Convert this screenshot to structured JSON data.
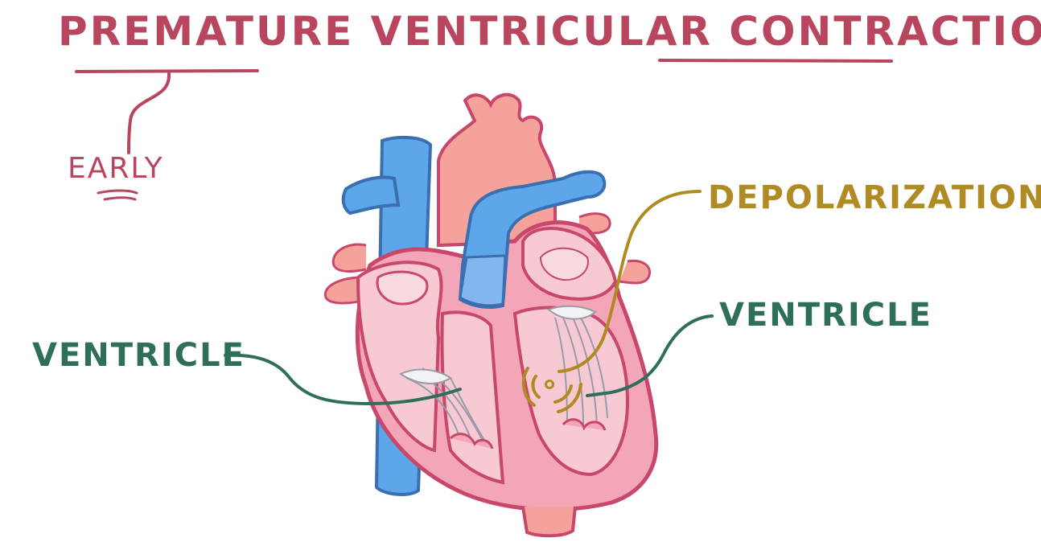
{
  "title": "Premature Ventricular Contraction",
  "sublabel": "Early",
  "labels": {
    "depolarization": "Depolarization",
    "ventricle_right": "Ventricle",
    "ventricle_left": "Ventricle"
  },
  "colors": {
    "title": "#b8465e",
    "early": "#b8465e",
    "depolarization": "#b08a22",
    "ventricle": "#2f6e5a",
    "heart_outline": "#c8476a",
    "heart_fill": "#f3a6b8",
    "chamber_fill": "#f7c9d3",
    "aorta_fill": "#f4a29a",
    "vessel_blue": "#4a90d9",
    "vessel_blue_fill": "#5ea6ea",
    "valve_white": "#f2f2f4"
  }
}
